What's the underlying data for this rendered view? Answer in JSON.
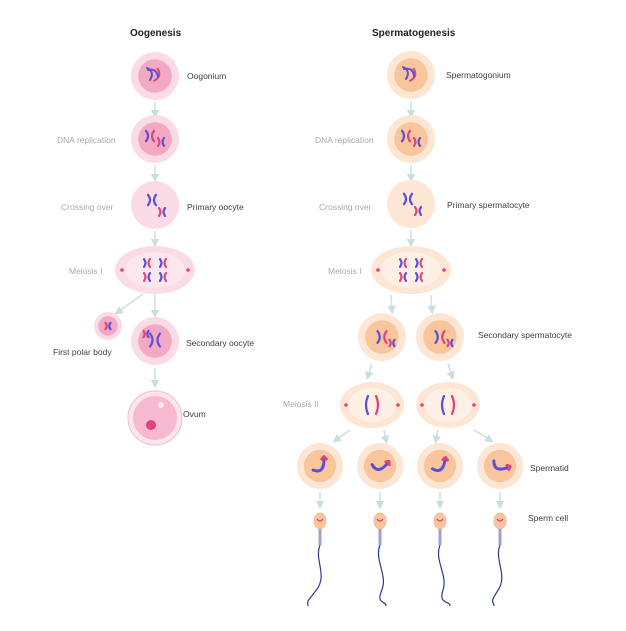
{
  "oogenesis": {
    "title": "Oogenesis",
    "stage_labels": {
      "oogonium": "Oogonium",
      "primary_oocyte": "Primary oocyte",
      "first_polar_body": "First polar body",
      "secondary_oocyte": "Secondary oocyte",
      "ovum": "Ovum"
    },
    "process_labels": {
      "dna_replication": "DNA replication",
      "crossing_over": "Crossing over",
      "meiosis_1": "Meiosis I"
    }
  },
  "spermatogenesis": {
    "title": "Spermatogenesis",
    "stage_labels": {
      "spermatogonium": "Spermatogonium",
      "primary_spermatocyte": "Primary spermatocyte",
      "secondary_spermatocyte": "Secondary spermatocyte",
      "spermatid": "Spermatid",
      "sperm_cell": "Sperm cell"
    },
    "process_labels": {
      "dna_replication": "DNA replication",
      "crossing_over": "Crossing over",
      "meiosis_1": "Meiosis I",
      "meiosis_2": "Meiosis II"
    }
  },
  "colors": {
    "oocyte_outer": "#fbdce6",
    "oocyte_inner": "#f3a9c3",
    "sperm_outer": "#fde6d3",
    "sperm_inner": "#f8c59c",
    "chromosome_blue": "#5a4fd6",
    "chromosome_pink": "#e0427e",
    "arrow": "#c9dede",
    "sperm_tail": "#2f3a8a"
  }
}
